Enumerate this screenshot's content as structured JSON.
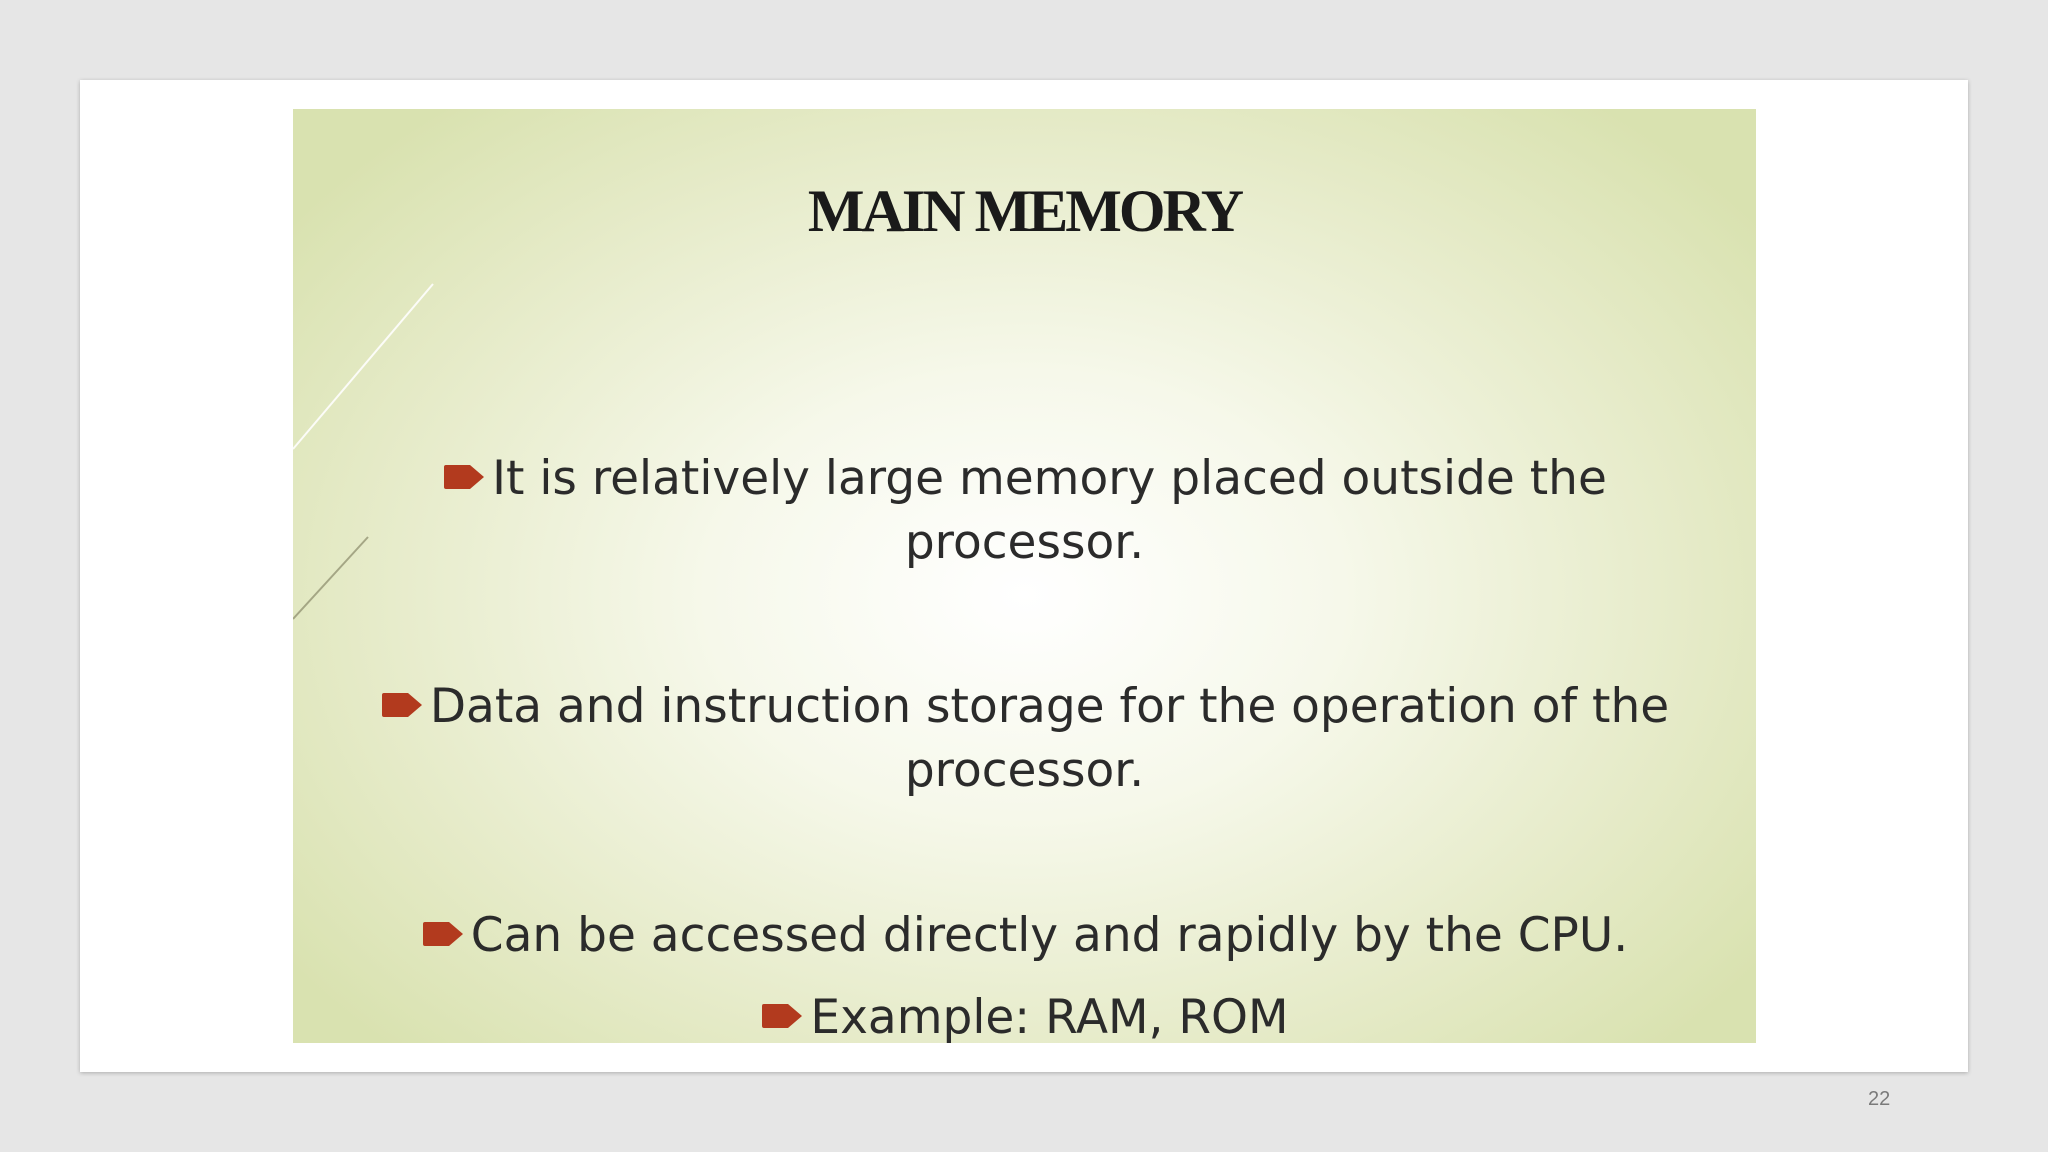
{
  "slide": {
    "title": "MAIN MEMORY",
    "bullets": [
      {
        "line1": "It is relatively large memory placed outside the",
        "line2": "processor."
      },
      {
        "line1": "Data and instruction storage for the operation of the",
        "line2": "processor."
      },
      {
        "line1": "Can be accessed directly and rapidly by the CPU."
      },
      {
        "line1": "Example: RAM, ROM"
      }
    ],
    "bullet_icon": "arrow-icon",
    "bullet_color": "#b23a1e",
    "title_color": "#1a1a1a",
    "text_color": "#2b2b2b"
  },
  "viewer": {
    "page_number": "22",
    "background_color": "#e6e6e6"
  }
}
